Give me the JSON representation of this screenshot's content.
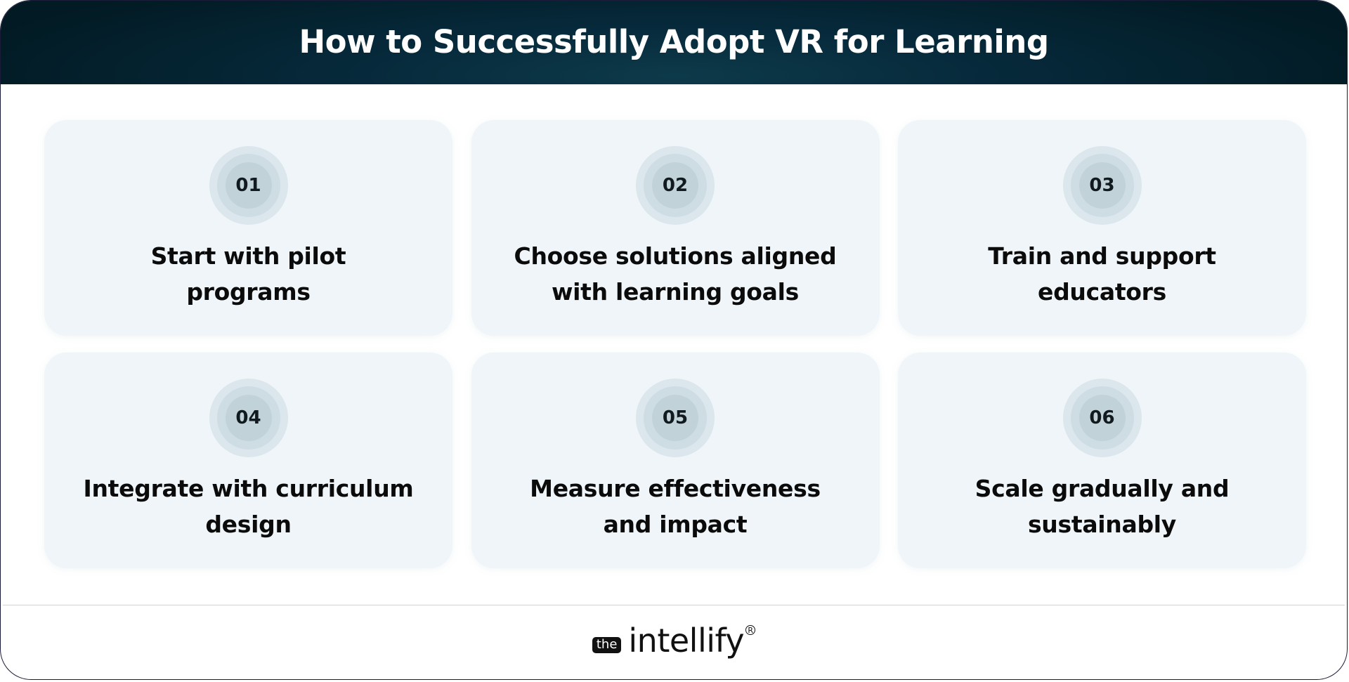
{
  "header": {
    "title": "How to Successfully Adopt VR for Learning"
  },
  "steps": [
    {
      "number": "01",
      "lines": [
        "Start with pilot",
        "programs"
      ]
    },
    {
      "number": "02",
      "lines": [
        "Choose solutions aligned",
        "with learning goals"
      ]
    },
    {
      "number": "03",
      "lines": [
        "Train and support",
        "educators"
      ]
    },
    {
      "number": "04",
      "lines": [
        "Integrate with curriculum",
        "design"
      ]
    },
    {
      "number": "05",
      "lines": [
        "Measure effectiveness",
        "and impact"
      ]
    },
    {
      "number": "06",
      "lines": [
        "Scale gradually and",
        "sustainably"
      ]
    }
  ],
  "footer": {
    "logo_prefix": "the",
    "logo_word": "intellify",
    "logo_mark": "R"
  },
  "colors": {
    "header_dark": "#021a23",
    "header_center": "#0d3a4a",
    "card_bg": "#eff5f8",
    "badge_outer": "#dbe7ec",
    "badge_middle": "#cddde3",
    "badge_inner": "#c1d3d9",
    "text": "#0b0b0b"
  }
}
